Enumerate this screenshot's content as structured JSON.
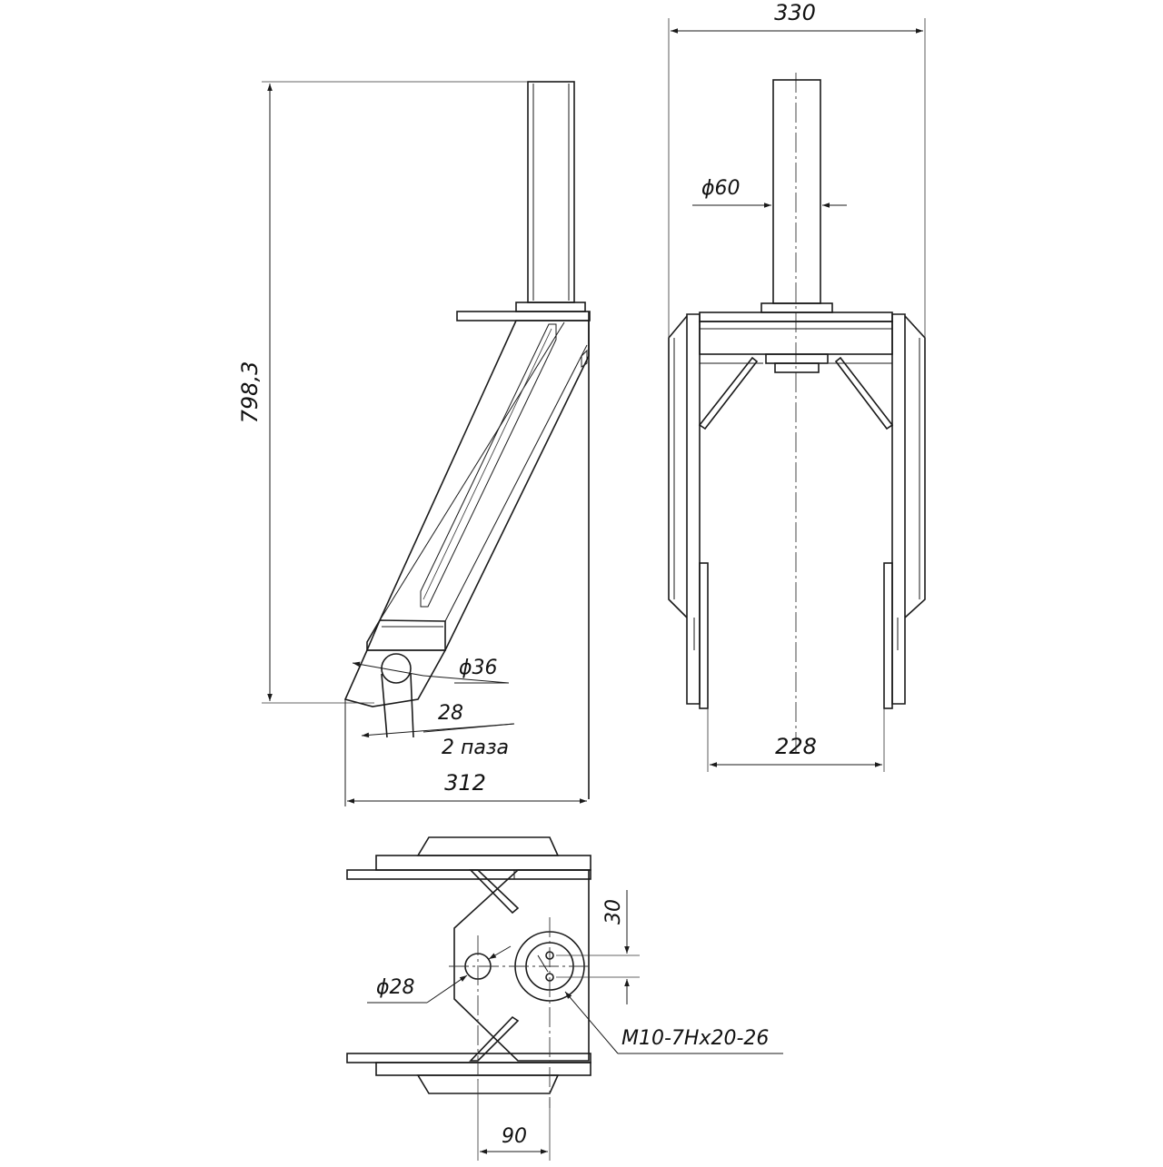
{
  "drawing": {
    "dimensions": {
      "total_height": "798,3",
      "side_width": "312",
      "front_width": "330",
      "shaft_diameter": "ϕ60",
      "inner_width": "228",
      "pin_hole": "ϕ36",
      "slot_width": "28",
      "slot_count": "2 паза",
      "top_hole": "ϕ28",
      "thread": "M10-7Hx20-26",
      "offset_vertical": "30",
      "offset_horizontal": "90"
    },
    "colors": {
      "line": "#1a1a1a",
      "background": "#ffffff"
    }
  }
}
